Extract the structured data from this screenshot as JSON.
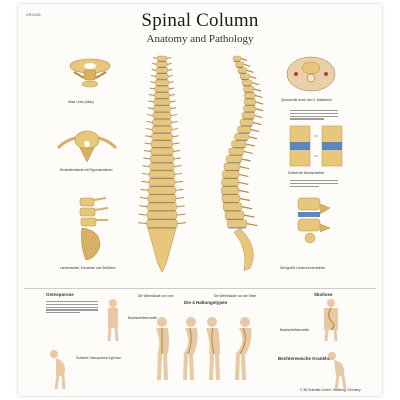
{
  "poster": {
    "code": "VR3158",
    "title": "Spinal Column",
    "subtitle": "Anatomy and Pathology"
  },
  "captions": {
    "top_left": "Atlas / Axis (Atlas)",
    "mid_left": "Brustwirbelsäule mit Rippenansätzen",
    "lower_left": "Lendenwirbel, Kreuzbein und Steißbein",
    "spine_front": "Die Wirbelsäule von vorn",
    "spine_side": "Die Wirbelsäule von der Seite",
    "top_right": "Querschnitt durch den 4. Halswirbel",
    "mid_right": "Schnitt der Bandscheiben",
    "right_lower": "Übergroße Lende/Lendenwirbel"
  },
  "bottom": {
    "osteoporosis": "Osteoporose",
    "bandscheibe": "Bandscheibenvorfall",
    "posture": "Die 4 Haltungstypen",
    "scoliosis": "Skoliose",
    "spondylolysis": "Bandscheibenvorfall",
    "kyphosis": "Schwere Osteoporose-Kyphose",
    "rheuma": "Bechterewsche Krankheit",
    "note": "© 3B Scientific GmbH, Hamburg, Germany"
  },
  "palette": {
    "bone": "#e9c77a",
    "bone_shadow": "#b98a3e",
    "disc": "#5b86c9",
    "accent": "#c43b2a"
  }
}
